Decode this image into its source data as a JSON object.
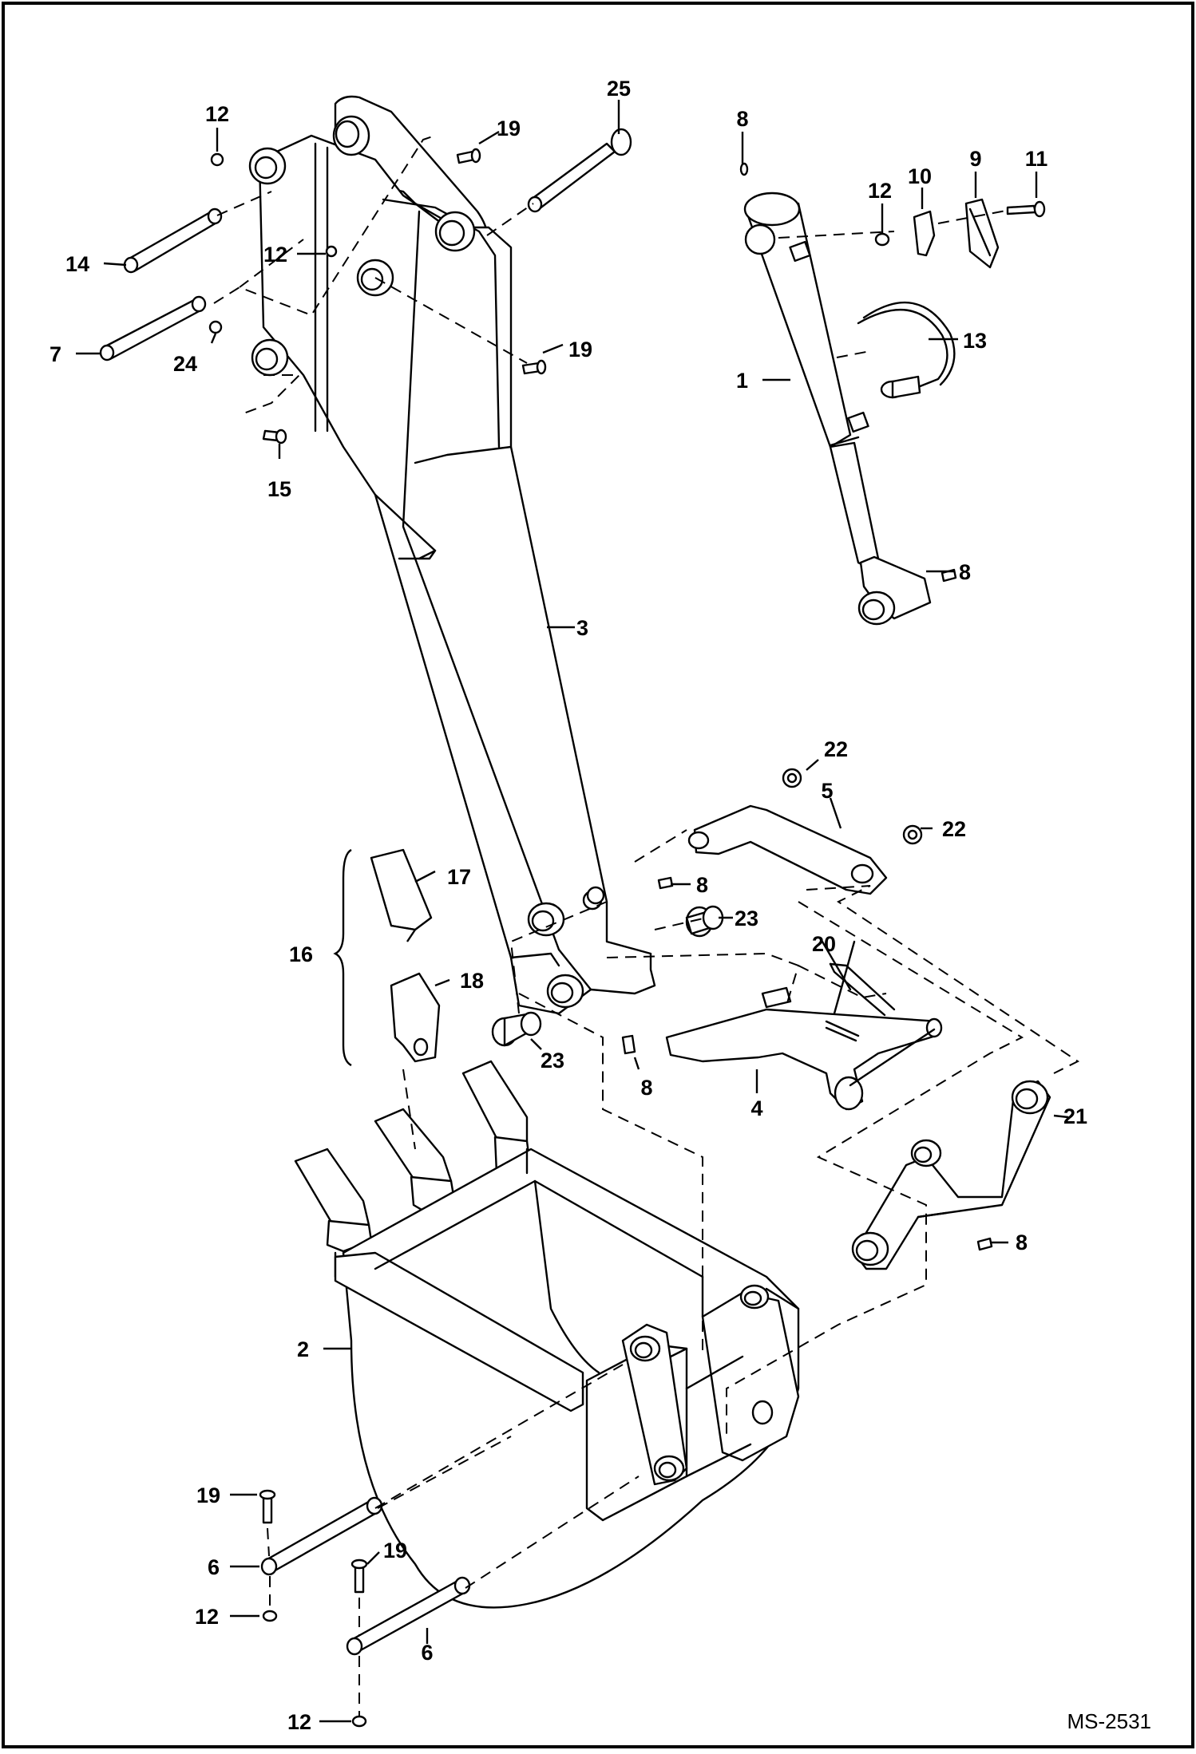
{
  "diagram": {
    "code": "MS-2531",
    "callouts": {
      "c1": "1",
      "c2": "2",
      "c3": "3",
      "c4": "4",
      "c5": "5",
      "c6a": "6",
      "c6b": "6",
      "c7": "7",
      "c8a": "8",
      "c8b": "8",
      "c8c": "8",
      "c8d": "8",
      "c8e": "8",
      "c9": "9",
      "c10": "10",
      "c11": "11",
      "c12a": "12",
      "c12b": "12",
      "c12c": "12",
      "c12d": "12",
      "c12e": "12",
      "c13": "13",
      "c14": "14",
      "c15": "15",
      "c16": "16",
      "c17": "17",
      "c18": "18",
      "c19a": "19",
      "c19b": "19",
      "c19c": "19",
      "c19d": "19",
      "c20": "20",
      "c21": "21",
      "c22a": "22",
      "c22b": "22",
      "c23a": "23",
      "c23b": "23",
      "c24": "24",
      "c25": "25"
    }
  }
}
